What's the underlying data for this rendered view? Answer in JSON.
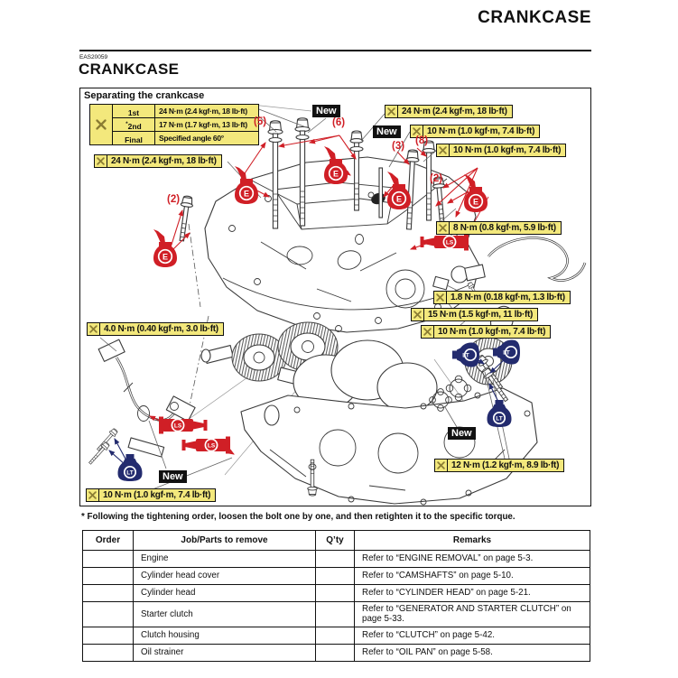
{
  "page": {
    "running_header": "CRANKCASE",
    "section_code": "EAS20059",
    "section_title": "CRANKCASE",
    "figure_title": "Separating the crankcase",
    "footnote": "* Following the tightening order, loosen the bolt one by one, and then retighten it to the specific torque."
  },
  "symbols": {
    "engine_oil": "E",
    "sealant": "LS",
    "locking_agent": "LT",
    "new_part": "New"
  },
  "colors": {
    "torque_label_bg": "#F3E87C",
    "accent_red": "#D01F26",
    "locking_agent_navy": "#232B6E",
    "ink": "#111111"
  },
  "tightening_sequence": {
    "rows": [
      {
        "step": "1st",
        "mark": "",
        "value": "24 N·m (2.4 kgf·m, 18 lb·ft)"
      },
      {
        "step": "2nd",
        "mark": "*",
        "value": "17 N·m (1.7 kgf·m, 13 lb·ft)"
      },
      {
        "step": "Final",
        "mark": "",
        "value": "Specified angle 60°"
      }
    ]
  },
  "torque_labels": {
    "crankcase_bolts_24_left": "24 N·m (2.4 kgf·m, 18 lb·ft)",
    "crankcase_bolts_24_right": "24 N·m (2.4 kgf·m, 18 lb·ft)",
    "bolts_10_a": "10 N·m (1.0 kgf·m, 7.4 lb·ft)",
    "bolts_10_b": "10 N·m (1.0 kgf·m, 7.4 lb·ft)",
    "bolt_8": "8 N·m (0.8 kgf·m, 5.9 lb·ft)",
    "sensor_1_8": "1.8 N·m (0.18 kgf·m, 1.3 lb·ft)",
    "switch_15": "15 N·m (1.5 kgf·m, 11 lb·ft)",
    "bolts_10_c": "10 N·m (1.0 kgf·m, 7.4 lb·ft)",
    "sensor_4_0": "4.0 N·m (0.40 kgf·m, 3.0 lb·ft)",
    "bolts_12": "12 N·m (1.2 kgf·m, 8.9 lb·ft)",
    "drain_10": "10 N·m (1.0 kgf·m, 7.4 lb·ft)"
  },
  "callouts": {
    "left_2": "(2)",
    "five": "(5)",
    "six": "(6)",
    "three": "(3)",
    "eight": "(8)",
    "right_2": "(2)"
  },
  "parts_table": {
    "headers": {
      "order": "Order",
      "job": "Job/Parts to remove",
      "qty": "Q’ty",
      "remarks": "Remarks"
    },
    "rows": [
      {
        "order": "",
        "job": "Engine",
        "qty": "",
        "remarks": "Refer to “ENGINE REMOVAL” on page 5-3."
      },
      {
        "order": "",
        "job": "Cylinder head cover",
        "qty": "",
        "remarks": "Refer to “CAMSHAFTS” on page 5-10."
      },
      {
        "order": "",
        "job": "Cylinder head",
        "qty": "",
        "remarks": "Refer to “CYLINDER HEAD” on page 5-21."
      },
      {
        "order": "",
        "job": "Starter clutch",
        "qty": "",
        "remarks": "Refer to “GENERATOR AND STARTER CLUTCH” on page 5-33."
      },
      {
        "order": "",
        "job": "Clutch housing",
        "qty": "",
        "remarks": "Refer to “CLUTCH” on page 5-42."
      },
      {
        "order": "",
        "job": "Oil strainer",
        "qty": "",
        "remarks": "Refer to “OIL PAN” on page 5-58."
      }
    ]
  }
}
